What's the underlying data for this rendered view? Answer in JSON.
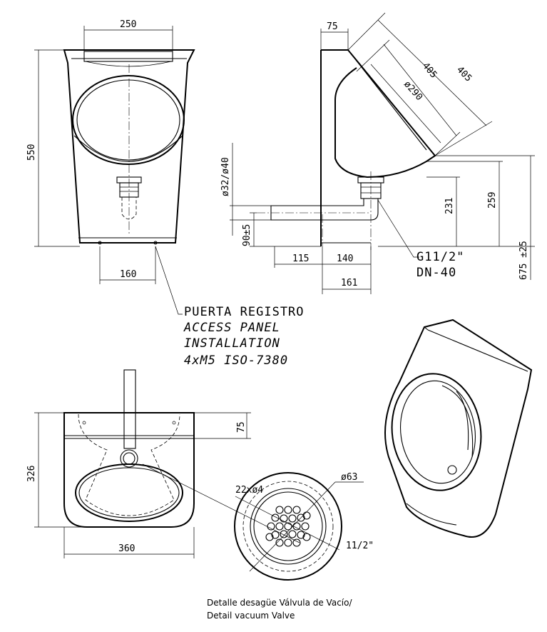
{
  "views": {
    "front": {
      "dim_top_width": "250",
      "dim_height": "550",
      "dim_bottom": "160"
    },
    "side": {
      "dim_top_offset": "75",
      "dim_diag_outer": "405",
      "dim_diag_inner": "405",
      "dim_bowl_diameter": "ø290",
      "dim_pipe_diameter": "ø32/ø40",
      "dim_pipe_height": "90±5",
      "dim_drain_height": "231",
      "dim_rim_height": "259",
      "dim_install_height": "675 ±25",
      "dim_pipe_115": "115",
      "dim_pipe_140": "140",
      "dim_depth_161": "161",
      "thread_label": "G11/2\"",
      "dn_label": "DN-40"
    },
    "top": {
      "dim_depth": "326",
      "dim_back": "75",
      "dim_width": "360"
    },
    "detail": {
      "holes_label": "22xø4",
      "outer_diameter": "ø63",
      "thread": "11/2\"",
      "caption_line1": "Detalle desagüe Válvula de Vacío/",
      "caption_line2": "Detail vacuum Valve"
    }
  },
  "notes": {
    "access_panel_es": "PUERTA REGISTRO",
    "access_panel_en": "ACCESS PANEL",
    "installation": "INSTALLATION",
    "screws": "4xM5 ISO-7380"
  }
}
